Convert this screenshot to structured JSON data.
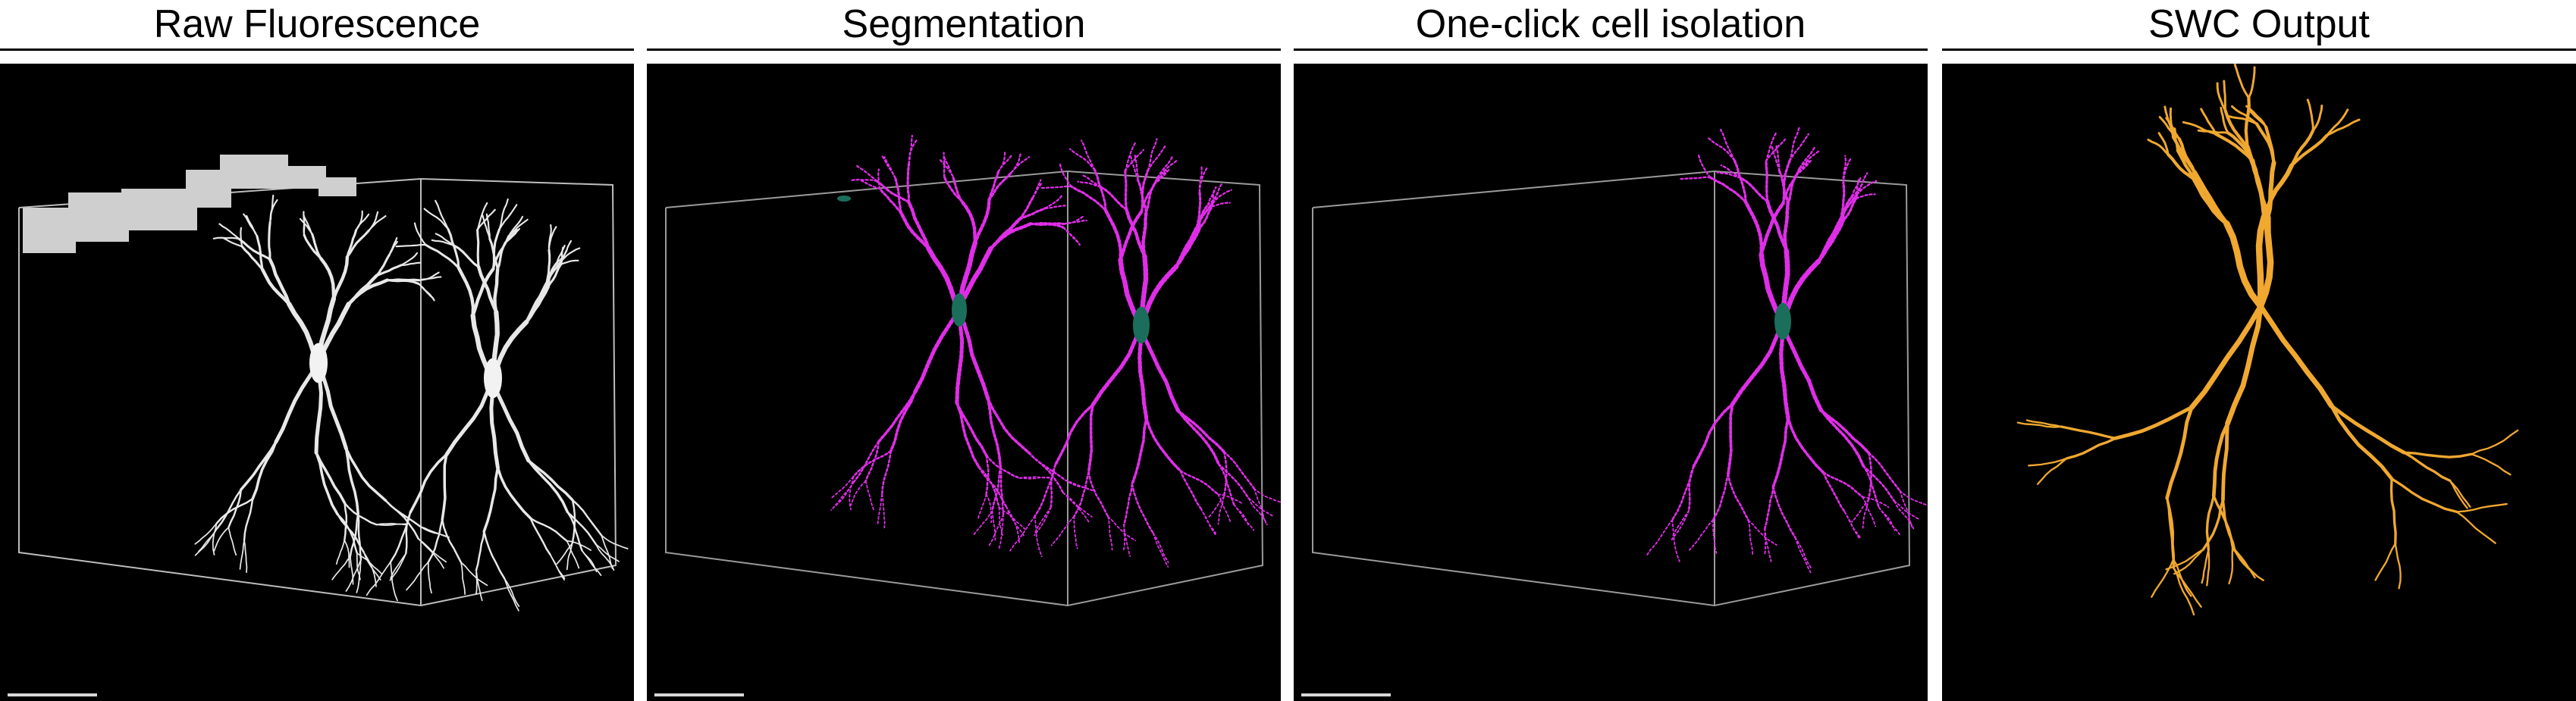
{
  "panels": [
    {
      "id": "raw",
      "title": "Raw Fluorescence",
      "color": "#e8e8e8",
      "soma_color": "#f2f2f2"
    },
    {
      "id": "segmentation",
      "title": "Segmentation",
      "color": "#e02ee8",
      "soma_color": "#1b6e5c"
    },
    {
      "id": "isolation",
      "title": "One-click cell isolation",
      "color": "#e02ee8",
      "soma_color": "#1b6e5c"
    },
    {
      "id": "swc",
      "title": "SWC Output",
      "color": "#f0a830"
    }
  ]
}
